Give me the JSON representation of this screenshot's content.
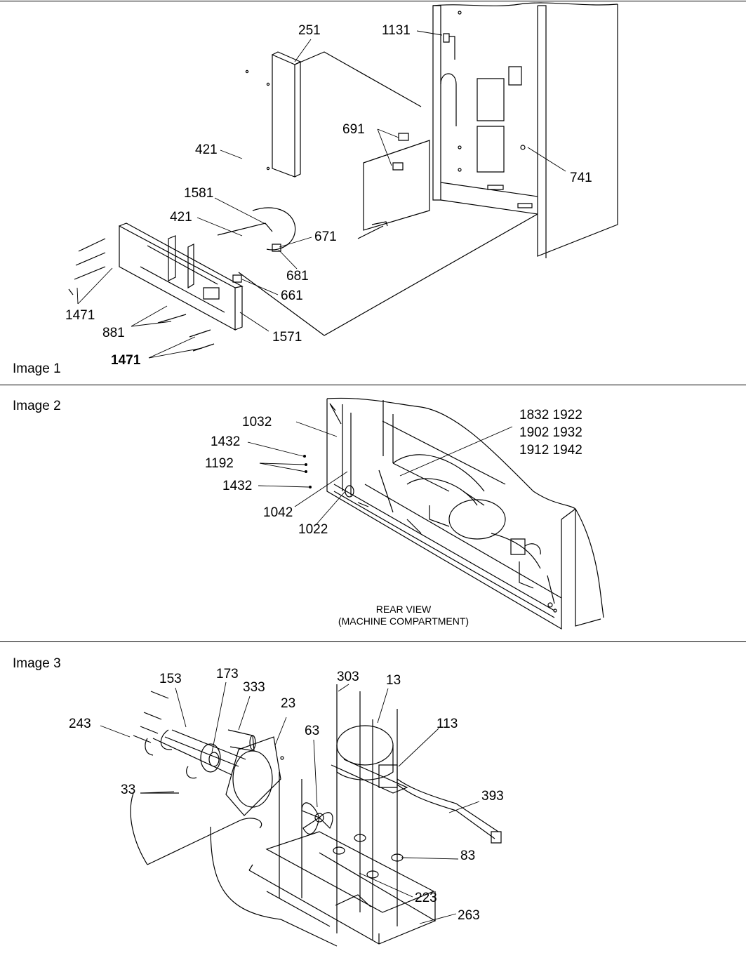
{
  "panels": [
    {
      "caption": "Image 1",
      "callouts": {
        "c251": "251",
        "c1131": "1131",
        "c691": "691",
        "c421a": "421",
        "c741": "741",
        "c1581": "1581",
        "c421b": "421",
        "c671": "671",
        "c681": "681",
        "c661": "661",
        "c1471a": "1471",
        "c881": "881",
        "c1571": "1571",
        "c1471b": "1471"
      }
    },
    {
      "caption": "Image 2",
      "note_line1": "REAR VIEW",
      "note_line2": "(MACHINE COMPARTMENT)",
      "callouts": {
        "c1032": "1032",
        "c1432a": "1432",
        "c1192": "1192",
        "c1432b": "1432",
        "c1042": "1042",
        "c1022": "1022",
        "g1": "1832 1922",
        "g2": "1902 1932",
        "g3": "1912 1942"
      }
    },
    {
      "caption": "Image 3",
      "callouts": {
        "c153": "153",
        "c173": "173",
        "c333": "333",
        "c303": "303",
        "c13": "13",
        "c243": "243",
        "c23": "23",
        "c63": "63",
        "c113": "113",
        "c33": "33",
        "c393": "393",
        "c83": "83",
        "c223": "223",
        "c263": "263"
      }
    }
  ]
}
